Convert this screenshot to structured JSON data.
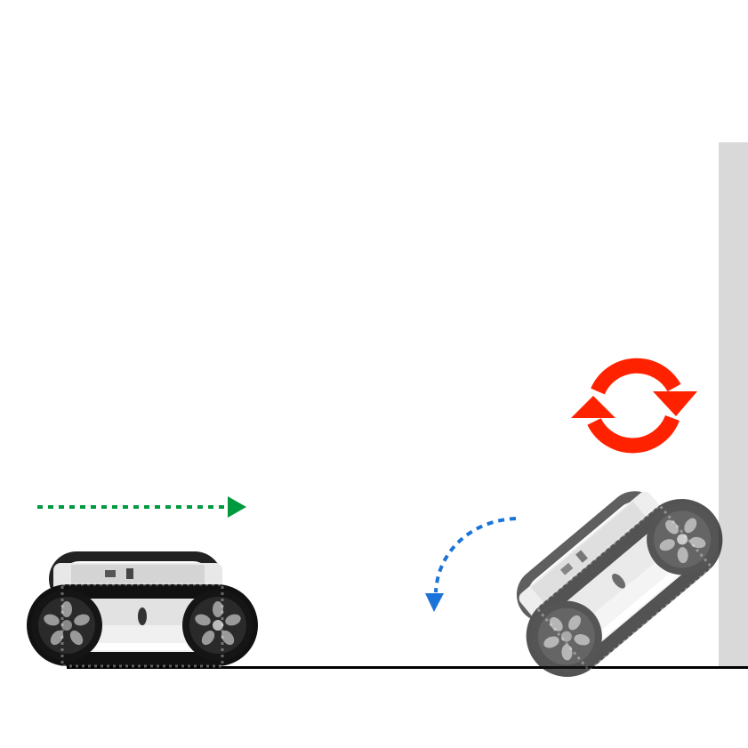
{
  "colors": {
    "forward_arrow": "#009a3e",
    "tilt_arrow": "#1a73d9",
    "rotate_icon": "#ff2200",
    "wall": "#d9d9d9",
    "ground": "#000000",
    "track": "#1a1a1a",
    "body": "#e6e6e6"
  },
  "icons": {
    "forward": "dotted-arrow-right-icon",
    "tilt": "curved-dotted-arrow-down-icon",
    "rotate": "circular-arrows-rotate-icon"
  },
  "scene": {
    "objects": [
      "tracked-robot-level",
      "tracked-robot-climbing-wall",
      "wall",
      "ground"
    ]
  }
}
